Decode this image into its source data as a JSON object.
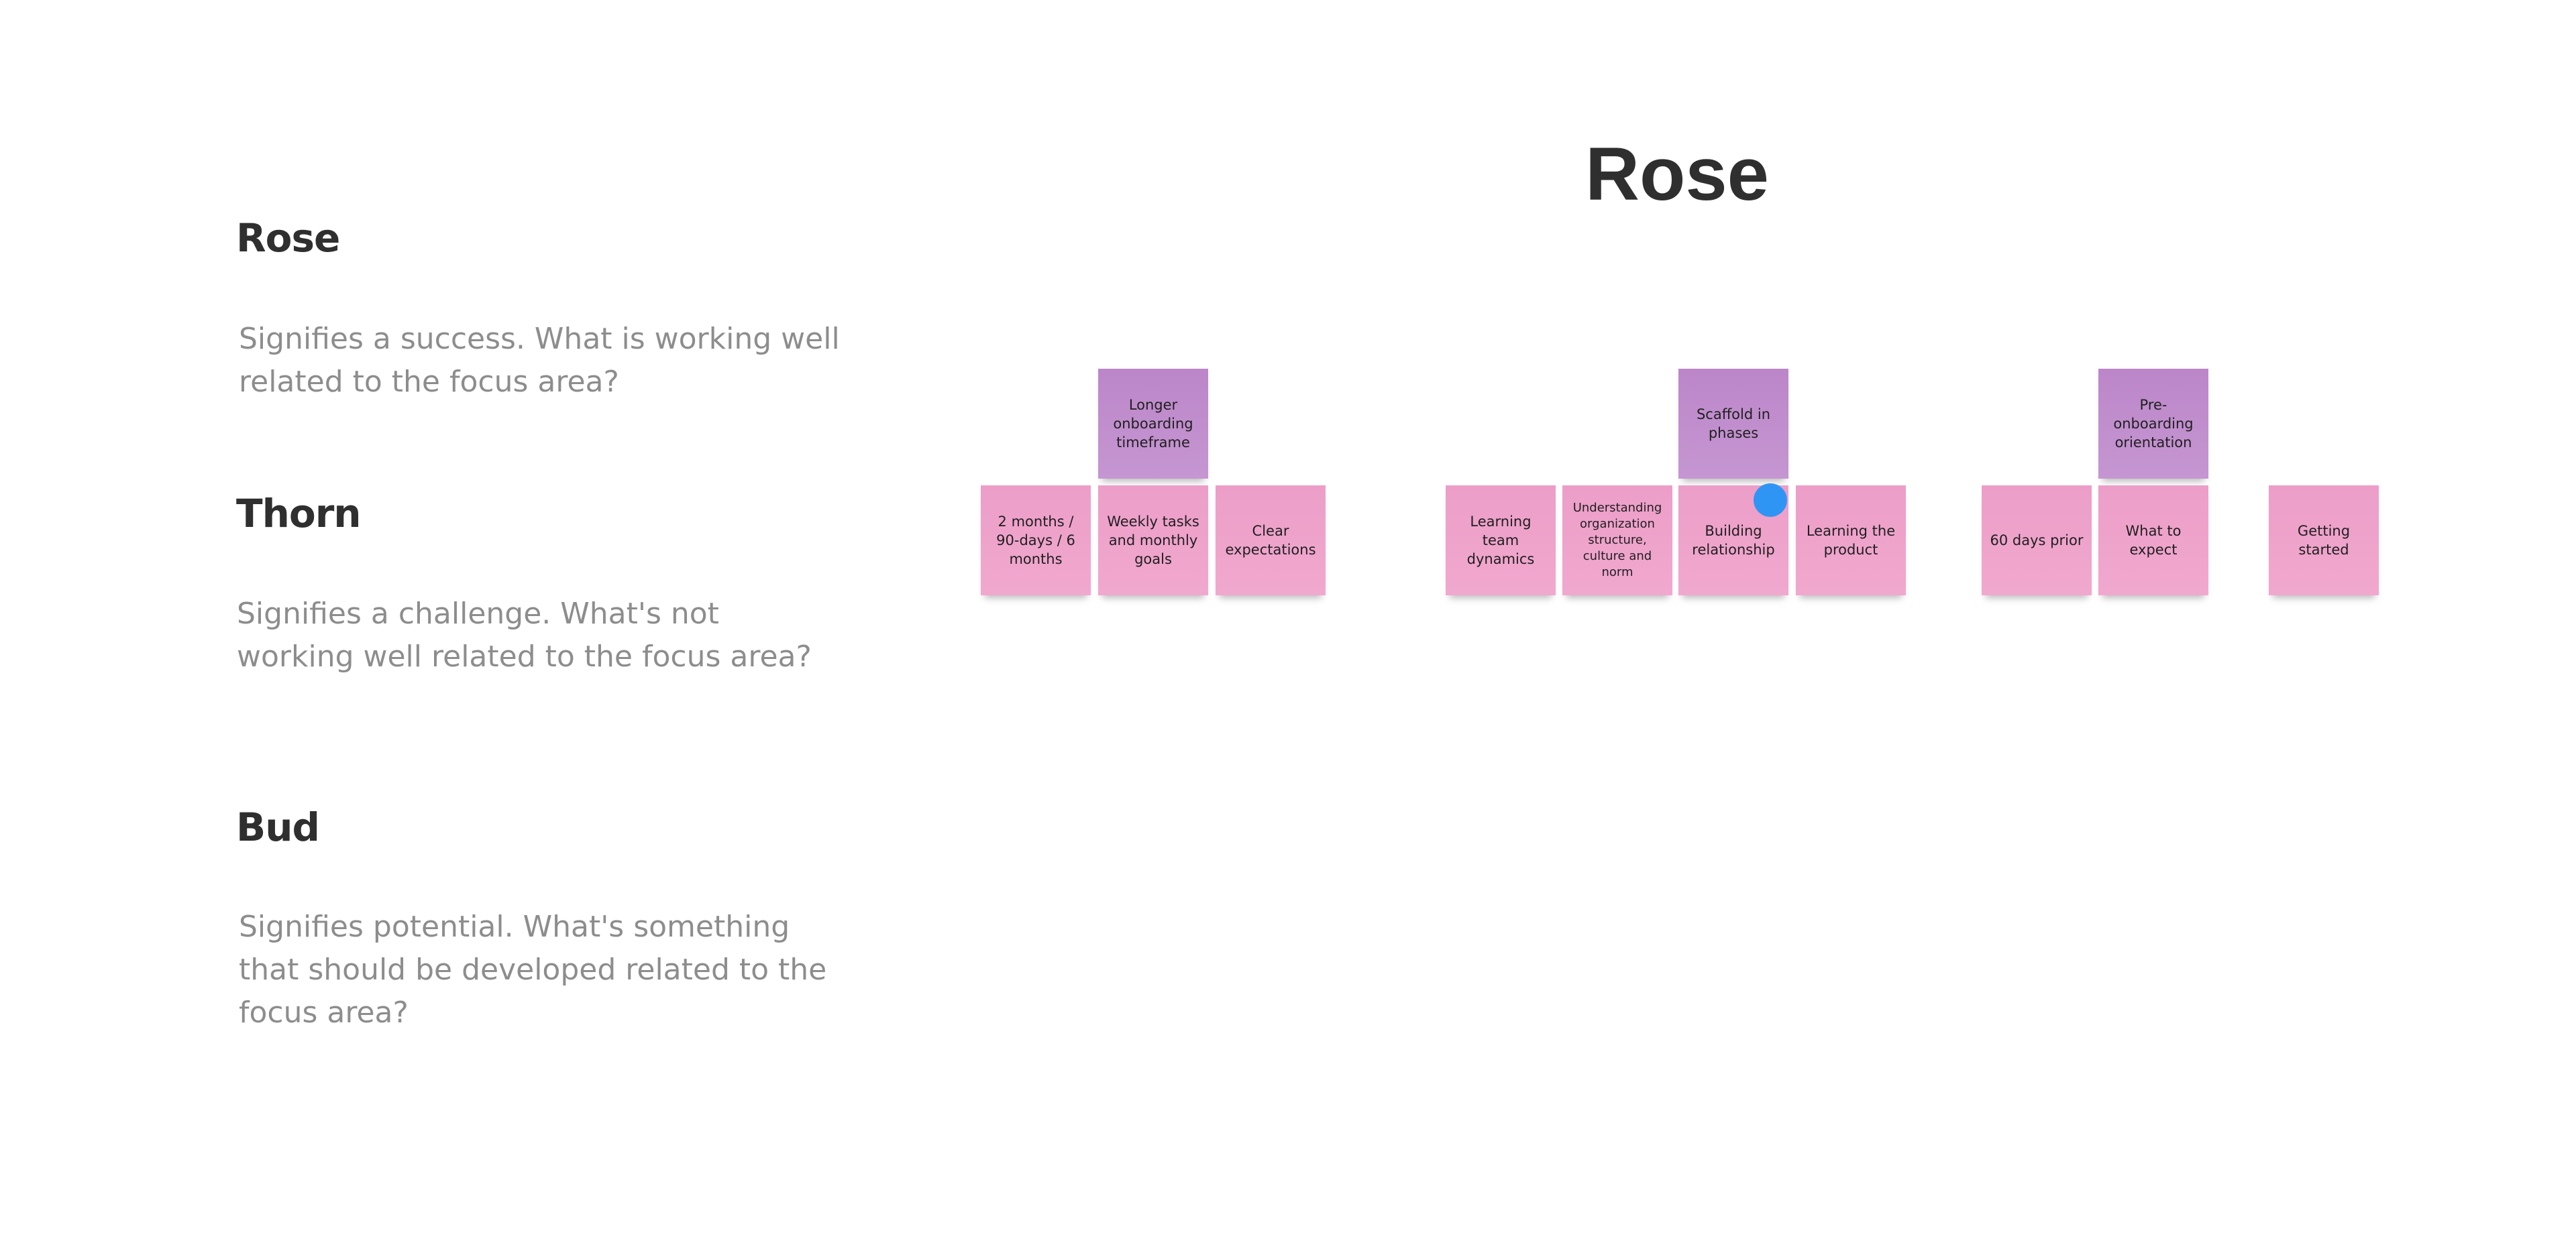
{
  "legend": {
    "rose": {
      "title": "Rose",
      "description": "Signifies a success. What is working well related to the focus area?"
    },
    "thorn": {
      "title": "Thorn",
      "description": "Signifies a challenge. What's not working well related to the focus area?"
    },
    "bud": {
      "title": "Bud",
      "description": "Signifies potential. What's something that should be developed related to the focus area?"
    }
  },
  "board": {
    "title": "Rose",
    "colors": {
      "pink": "#EE9FC9",
      "purple": "#BF8CCB",
      "cursor": "#2F95F5"
    },
    "stickies": [
      "Longer onboarding timeframe",
      "2 months / 90-days / 6 months",
      "Weekly tasks and monthly goals",
      "Clear expectations",
      "Scaffold in phases",
      "Learning team dynamics",
      "Understanding organization structure, culture and norm",
      "Building relationship",
      "Learning the product",
      "Pre-onboarding orientation",
      "60 days prior",
      "What to expect",
      "Getting started"
    ]
  }
}
